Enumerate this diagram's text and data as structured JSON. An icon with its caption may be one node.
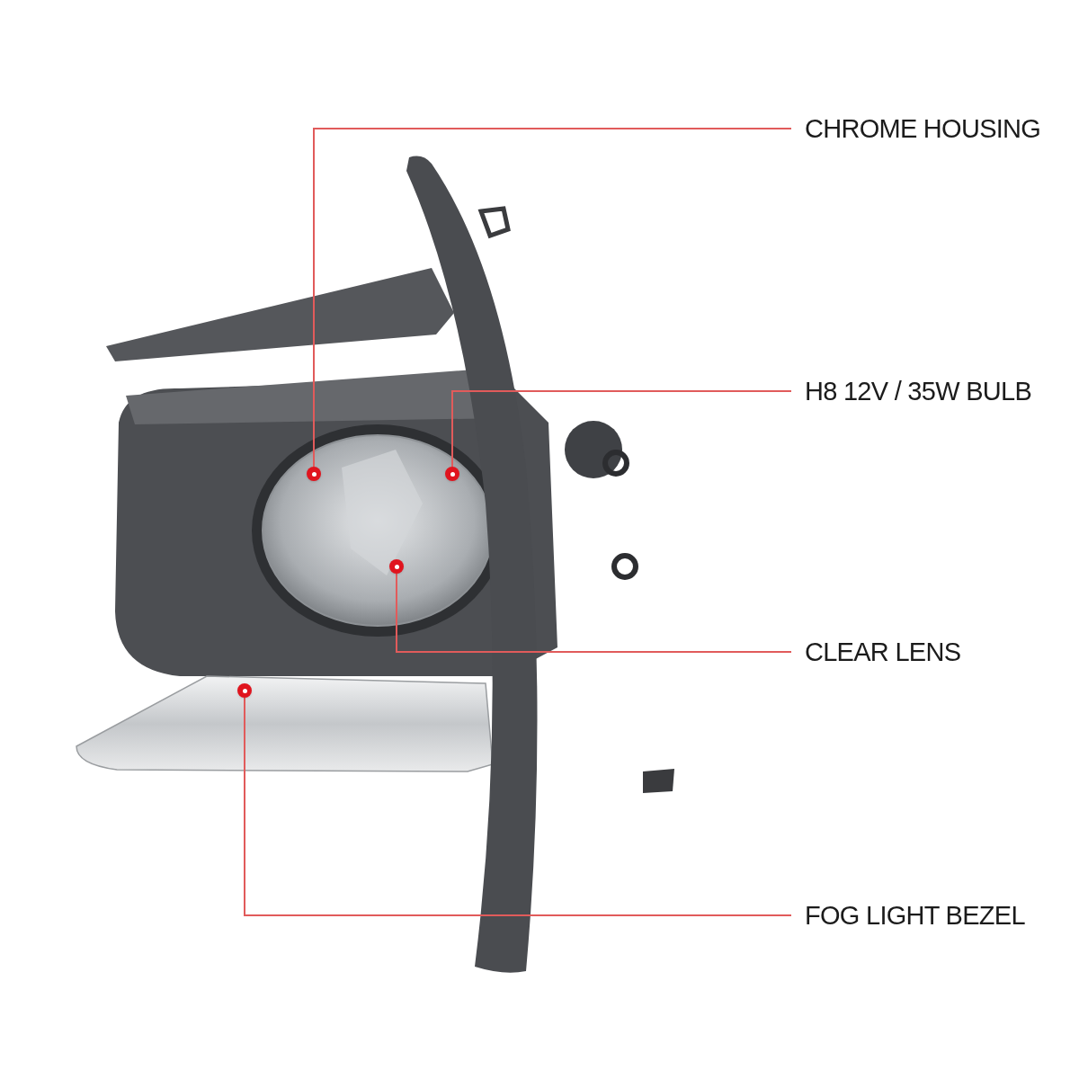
{
  "diagram": {
    "nodes": [
      {
        "text": [
          "CHROME HOUSING"
        ]
      },
      {
        "text": [
          "H8 12V / 35W BULB"
        ]
      },
      {
        "text": [
          "CLEAR LENS"
        ]
      },
      {
        "text": [
          "FOG LIGHT BEZEL"
        ]
      },
      {
        "text": [],
        "shape": "circle"
      },
      {
        "text": [],
        "shape": "circle"
      },
      {
        "text": [],
        "shape": "circle"
      },
      {
        "text": [],
        "shape": "circle"
      }
    ],
    "edges": [
      {
        "from": 0,
        "to": 5,
        "arrow": "none"
      },
      {
        "from": 1,
        "to": 7,
        "arrow": "none"
      },
      {
        "from": 2,
        "to": 6,
        "arrow": "none"
      },
      {
        "from": 3,
        "to": 4,
        "arrow": "none"
      }
    ]
  }
}
